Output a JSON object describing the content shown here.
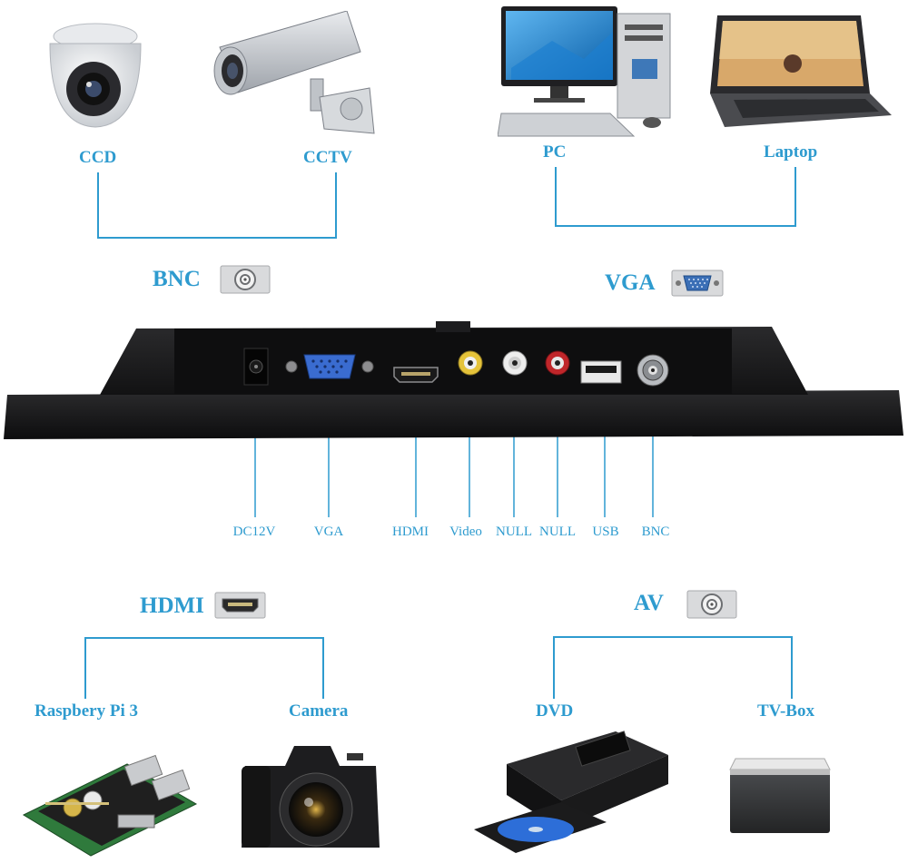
{
  "sections": {
    "bnc": {
      "title": "BNC",
      "devices": [
        "CCD",
        "CCTV"
      ],
      "icon": "bnc-connector-icon"
    },
    "vga": {
      "title": "VGA",
      "devices": [
        "PC",
        "Laptop"
      ],
      "icon": "vga-connector-icon"
    },
    "hdmi": {
      "title": "HDMI",
      "devices": [
        "Raspbery Pi 3",
        "Camera"
      ],
      "icon": "hdmi-connector-icon"
    },
    "av": {
      "title": "AV",
      "devices": [
        "DVD",
        "TV-Box"
      ],
      "icon": "rca-connector-icon"
    }
  },
  "ports": [
    "DC12V",
    "VGA",
    "HDMI",
    "Video",
    "NULL",
    "NULL",
    "USB",
    "BNC"
  ],
  "colors": {
    "accent": "#2e9bcf",
    "panel": "#1a1a1a"
  }
}
